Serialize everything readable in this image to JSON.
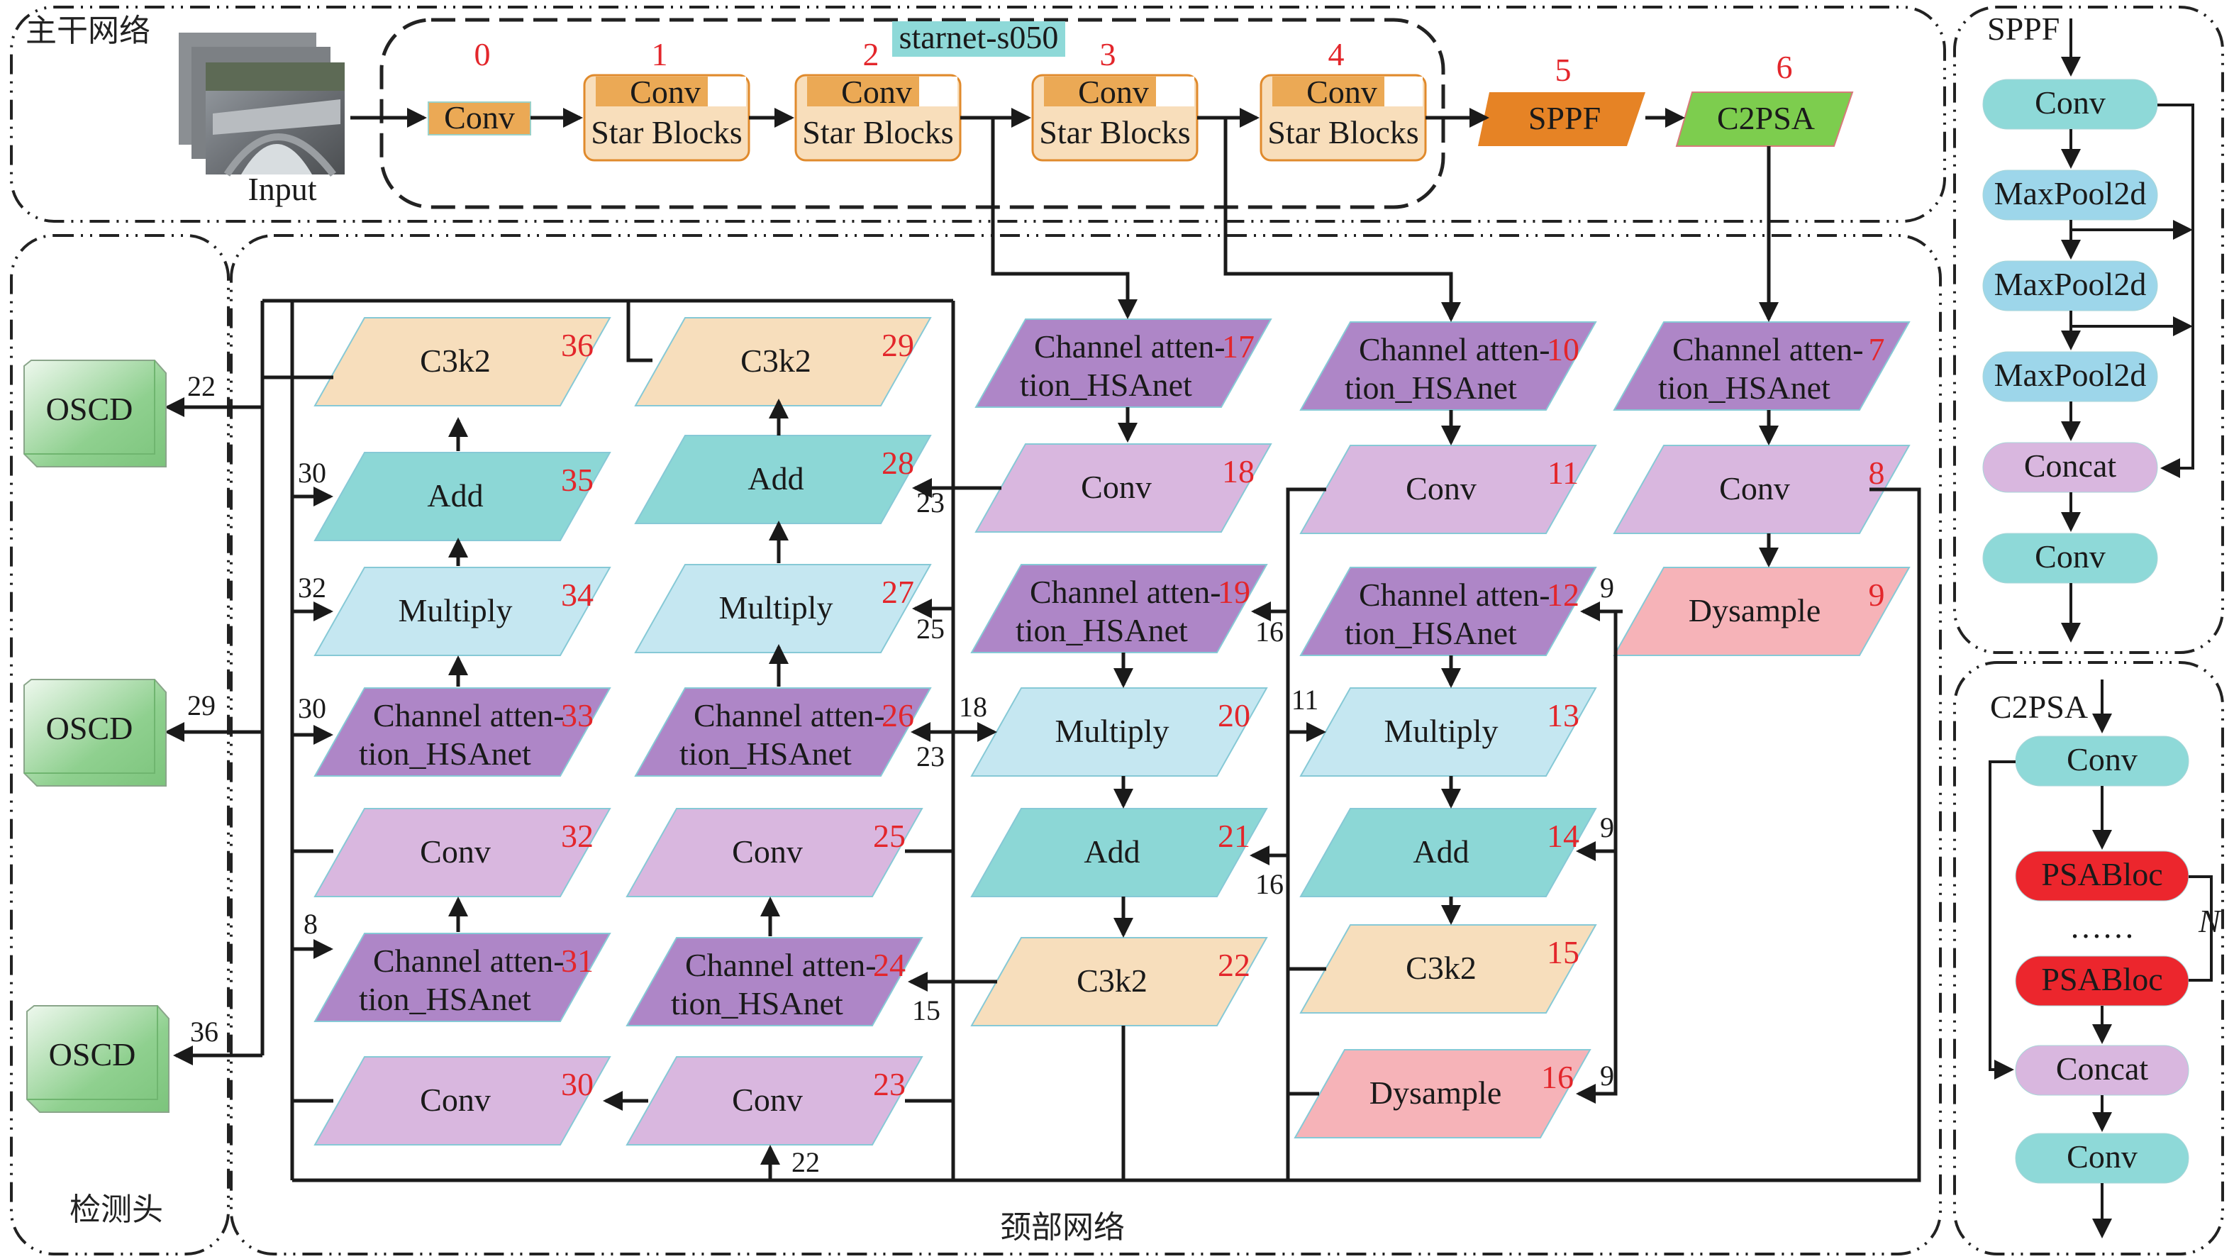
{
  "colors": {
    "conv_orange": "#EBA955",
    "star_block_bg": "#F8DEBB",
    "star_block_border": "#E08A2C",
    "sppf": "#E68325",
    "c2psa": "#7DCD4E",
    "channel_attention": "#AE86C7",
    "conv_light": "#D9B7DF",
    "multiply": "#C5E7F1",
    "add": "#8CD7D6",
    "c3k2": "#F7DEBC",
    "dysample": "#F6B3B8",
    "oscd": "#8FD08F",
    "starnet_badge": "#8ED9D8",
    "pill_teal": "#8ED9D8",
    "pill_blue": "#9DD6EA",
    "pill_purple": "#D9B7DF",
    "pill_red": "#EC262D",
    "index_red": "#E3262B"
  },
  "sections": {
    "backbone": "主干网络",
    "neck": "颈部网络",
    "head": "检测头",
    "starnet": "starnet-s050"
  },
  "input": {
    "label": "Input"
  },
  "backbone_nodes": [
    {
      "id": "0",
      "type": "conv",
      "label": "Conv"
    },
    {
      "id": "1",
      "type": "star",
      "top": "Conv",
      "bottom": "Star Blocks"
    },
    {
      "id": "2",
      "type": "star",
      "top": "Conv",
      "bottom": "Star Blocks"
    },
    {
      "id": "3",
      "type": "star",
      "top": "Conv",
      "bottom": "Star Blocks"
    },
    {
      "id": "4",
      "type": "star",
      "top": "Conv",
      "bottom": "Star Blocks"
    },
    {
      "id": "5",
      "type": "sppf",
      "label": "SPPF"
    },
    {
      "id": "6",
      "type": "c2psa",
      "label": "C2PSA"
    }
  ],
  "neck_nodes": [
    {
      "id": "7",
      "kind": "ca",
      "l1": "Channel atten-",
      "l2": "tion_HSAnet"
    },
    {
      "id": "8",
      "kind": "conv",
      "l1": "Conv"
    },
    {
      "id": "9",
      "kind": "dys",
      "l1": "Dysample"
    },
    {
      "id": "10",
      "kind": "ca",
      "l1": "Channel atten-",
      "l2": "tion_HSAnet"
    },
    {
      "id": "11",
      "kind": "conv",
      "l1": "Conv"
    },
    {
      "id": "12",
      "kind": "ca",
      "l1": "Channel atten-",
      "l2": "tion_HSAnet"
    },
    {
      "id": "13",
      "kind": "mul",
      "l1": "Multiply"
    },
    {
      "id": "14",
      "kind": "add",
      "l1": "Add"
    },
    {
      "id": "15",
      "kind": "c3k2",
      "l1": "C3k2"
    },
    {
      "id": "16",
      "kind": "dys",
      "l1": "Dysample"
    },
    {
      "id": "17",
      "kind": "ca",
      "l1": "Channel atten-",
      "l2": "tion_HSAnet"
    },
    {
      "id": "18",
      "kind": "conv",
      "l1": "Conv"
    },
    {
      "id": "19",
      "kind": "ca",
      "l1": "Channel atten-",
      "l2": "tion_HSAnet"
    },
    {
      "id": "20",
      "kind": "mul",
      "l1": "Multiply"
    },
    {
      "id": "21",
      "kind": "add",
      "l1": "Add"
    },
    {
      "id": "22",
      "kind": "c3k2",
      "l1": "C3k2"
    },
    {
      "id": "23",
      "kind": "conv",
      "l1": "Conv"
    },
    {
      "id": "24",
      "kind": "ca",
      "l1": "Channel atten-",
      "l2": "tion_HSAnet"
    },
    {
      "id": "25",
      "kind": "conv",
      "l1": "Conv"
    },
    {
      "id": "26",
      "kind": "ca",
      "l1": "Channel atten-",
      "l2": "tion_HSAnet"
    },
    {
      "id": "27",
      "kind": "mul",
      "l1": "Multiply"
    },
    {
      "id": "28",
      "kind": "add",
      "l1": "Add"
    },
    {
      "id": "29",
      "kind": "c3k2",
      "l1": "C3k2"
    },
    {
      "id": "30",
      "kind": "conv",
      "l1": "Conv"
    },
    {
      "id": "31",
      "kind": "ca",
      "l1": "Channel atten-",
      "l2": "tion_HSAnet"
    },
    {
      "id": "32",
      "kind": "conv",
      "l1": "Conv"
    },
    {
      "id": "33",
      "kind": "ca",
      "l1": "Channel atten-",
      "l2": "tion_HSAnet"
    },
    {
      "id": "34",
      "kind": "mul",
      "l1": "Multiply"
    },
    {
      "id": "35",
      "kind": "add",
      "l1": "Add"
    },
    {
      "id": "36",
      "kind": "c3k2",
      "l1": "C3k2"
    }
  ],
  "port_labels": {
    "p_9_a": "9",
    "p_9_b": "9",
    "p_9_c": "9",
    "p_11": "11",
    "p_16_a": "16",
    "p_16_b": "16",
    "p_18": "18",
    "p_23_a": "23",
    "p_23_b": "23",
    "p_25": "25",
    "p_15": "15",
    "p_22": "22",
    "p_30_a": "30",
    "p_32": "32",
    "p_30_b": "30",
    "p_8": "8"
  },
  "head": {
    "oscd": [
      {
        "label": "OSCD",
        "from": "22"
      },
      {
        "label": "OSCD",
        "from": "29"
      },
      {
        "label": "OSCD",
        "from": "36"
      }
    ]
  },
  "sppf_detail": {
    "title": "SPPF",
    "blocks": [
      "Conv",
      "MaxPool2d",
      "MaxPool2d",
      "MaxPool2d",
      "Concat",
      "Conv"
    ]
  },
  "c2psa_detail": {
    "title": "C2PSA",
    "blocks": [
      "Conv",
      "PSABloc",
      "PSABloc",
      "Concat",
      "Conv"
    ],
    "ellipsis": "……",
    "repeat": "N"
  }
}
